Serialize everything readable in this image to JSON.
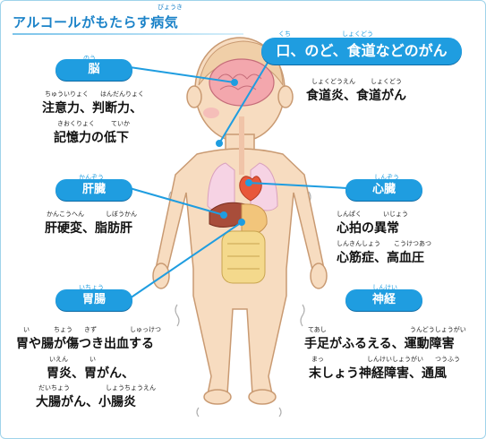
{
  "title": {
    "text": "アルコールがもたらす病気",
    "ruby": "びょうき"
  },
  "sections": {
    "brain": {
      "label": "脳",
      "label_ruby": "のう",
      "line1": "注意力、判断力、",
      "line1_ruby_a": "ちゅういりょく",
      "line1_ruby_b": "はんだんりょく",
      "line2": "記憶力の低下",
      "line2_ruby_a": "きおくりょく",
      "line2_ruby_b": "ていか"
    },
    "mouth": {
      "label": "口、のど、食道などのがん",
      "label_ruby_a": "くち",
      "label_ruby_b": "しょくどう",
      "line1": "食道炎、食道がん",
      "line1_ruby_a": "しょくどうえん",
      "line1_ruby_b": "しょくどう"
    },
    "liver": {
      "label": "肝臓",
      "label_ruby": "かんぞう",
      "line1": "肝硬変、脂肪肝",
      "line1_ruby_a": "かんこうへん",
      "line1_ruby_b": "しぼうかん"
    },
    "heart": {
      "label": "心臓",
      "label_ruby": "しんぞう",
      "line1": "心拍の異常",
      "line1_ruby_a": "しんぱく",
      "line1_ruby_b": "いじょう",
      "line2": "心筋症、高血圧",
      "line2_ruby_a": "しんきんしょう",
      "line2_ruby_b": "こうけつあつ"
    },
    "stomach": {
      "label": "胃腸",
      "label_ruby": "いちょう",
      "line1": "胃や腸が傷つき出血する",
      "line1_ruby_a": "い",
      "line1_ruby_b": "ちょう",
      "line1_ruby_c": "きず",
      "line1_ruby_d": "しゅっけつ",
      "line2": "胃炎、胃がん、",
      "line2_ruby_a": "いえん",
      "line2_ruby_b": "い",
      "line3": "大腸がん、小腸炎",
      "line3_ruby_a": "だいちょう",
      "line3_ruby_b": "しょうちょうえん"
    },
    "nerve": {
      "label": "神経",
      "label_ruby": "しんけい",
      "line1": "手足がふるえる、運動障害",
      "line1_ruby_a": "てあし",
      "line1_ruby_b": "うんどうしょうがい",
      "line2": "末しょう神経障害、通風",
      "line2_ruby_a": "まっ",
      "line2_ruby_b": "しんけいしょうがい",
      "line2_ruby_c": "つうふう"
    }
  },
  "colors": {
    "accent": "#1f9de0",
    "title": "#1a82c8",
    "skin": "#f7dcc0",
    "outline": "#c99a72"
  }
}
